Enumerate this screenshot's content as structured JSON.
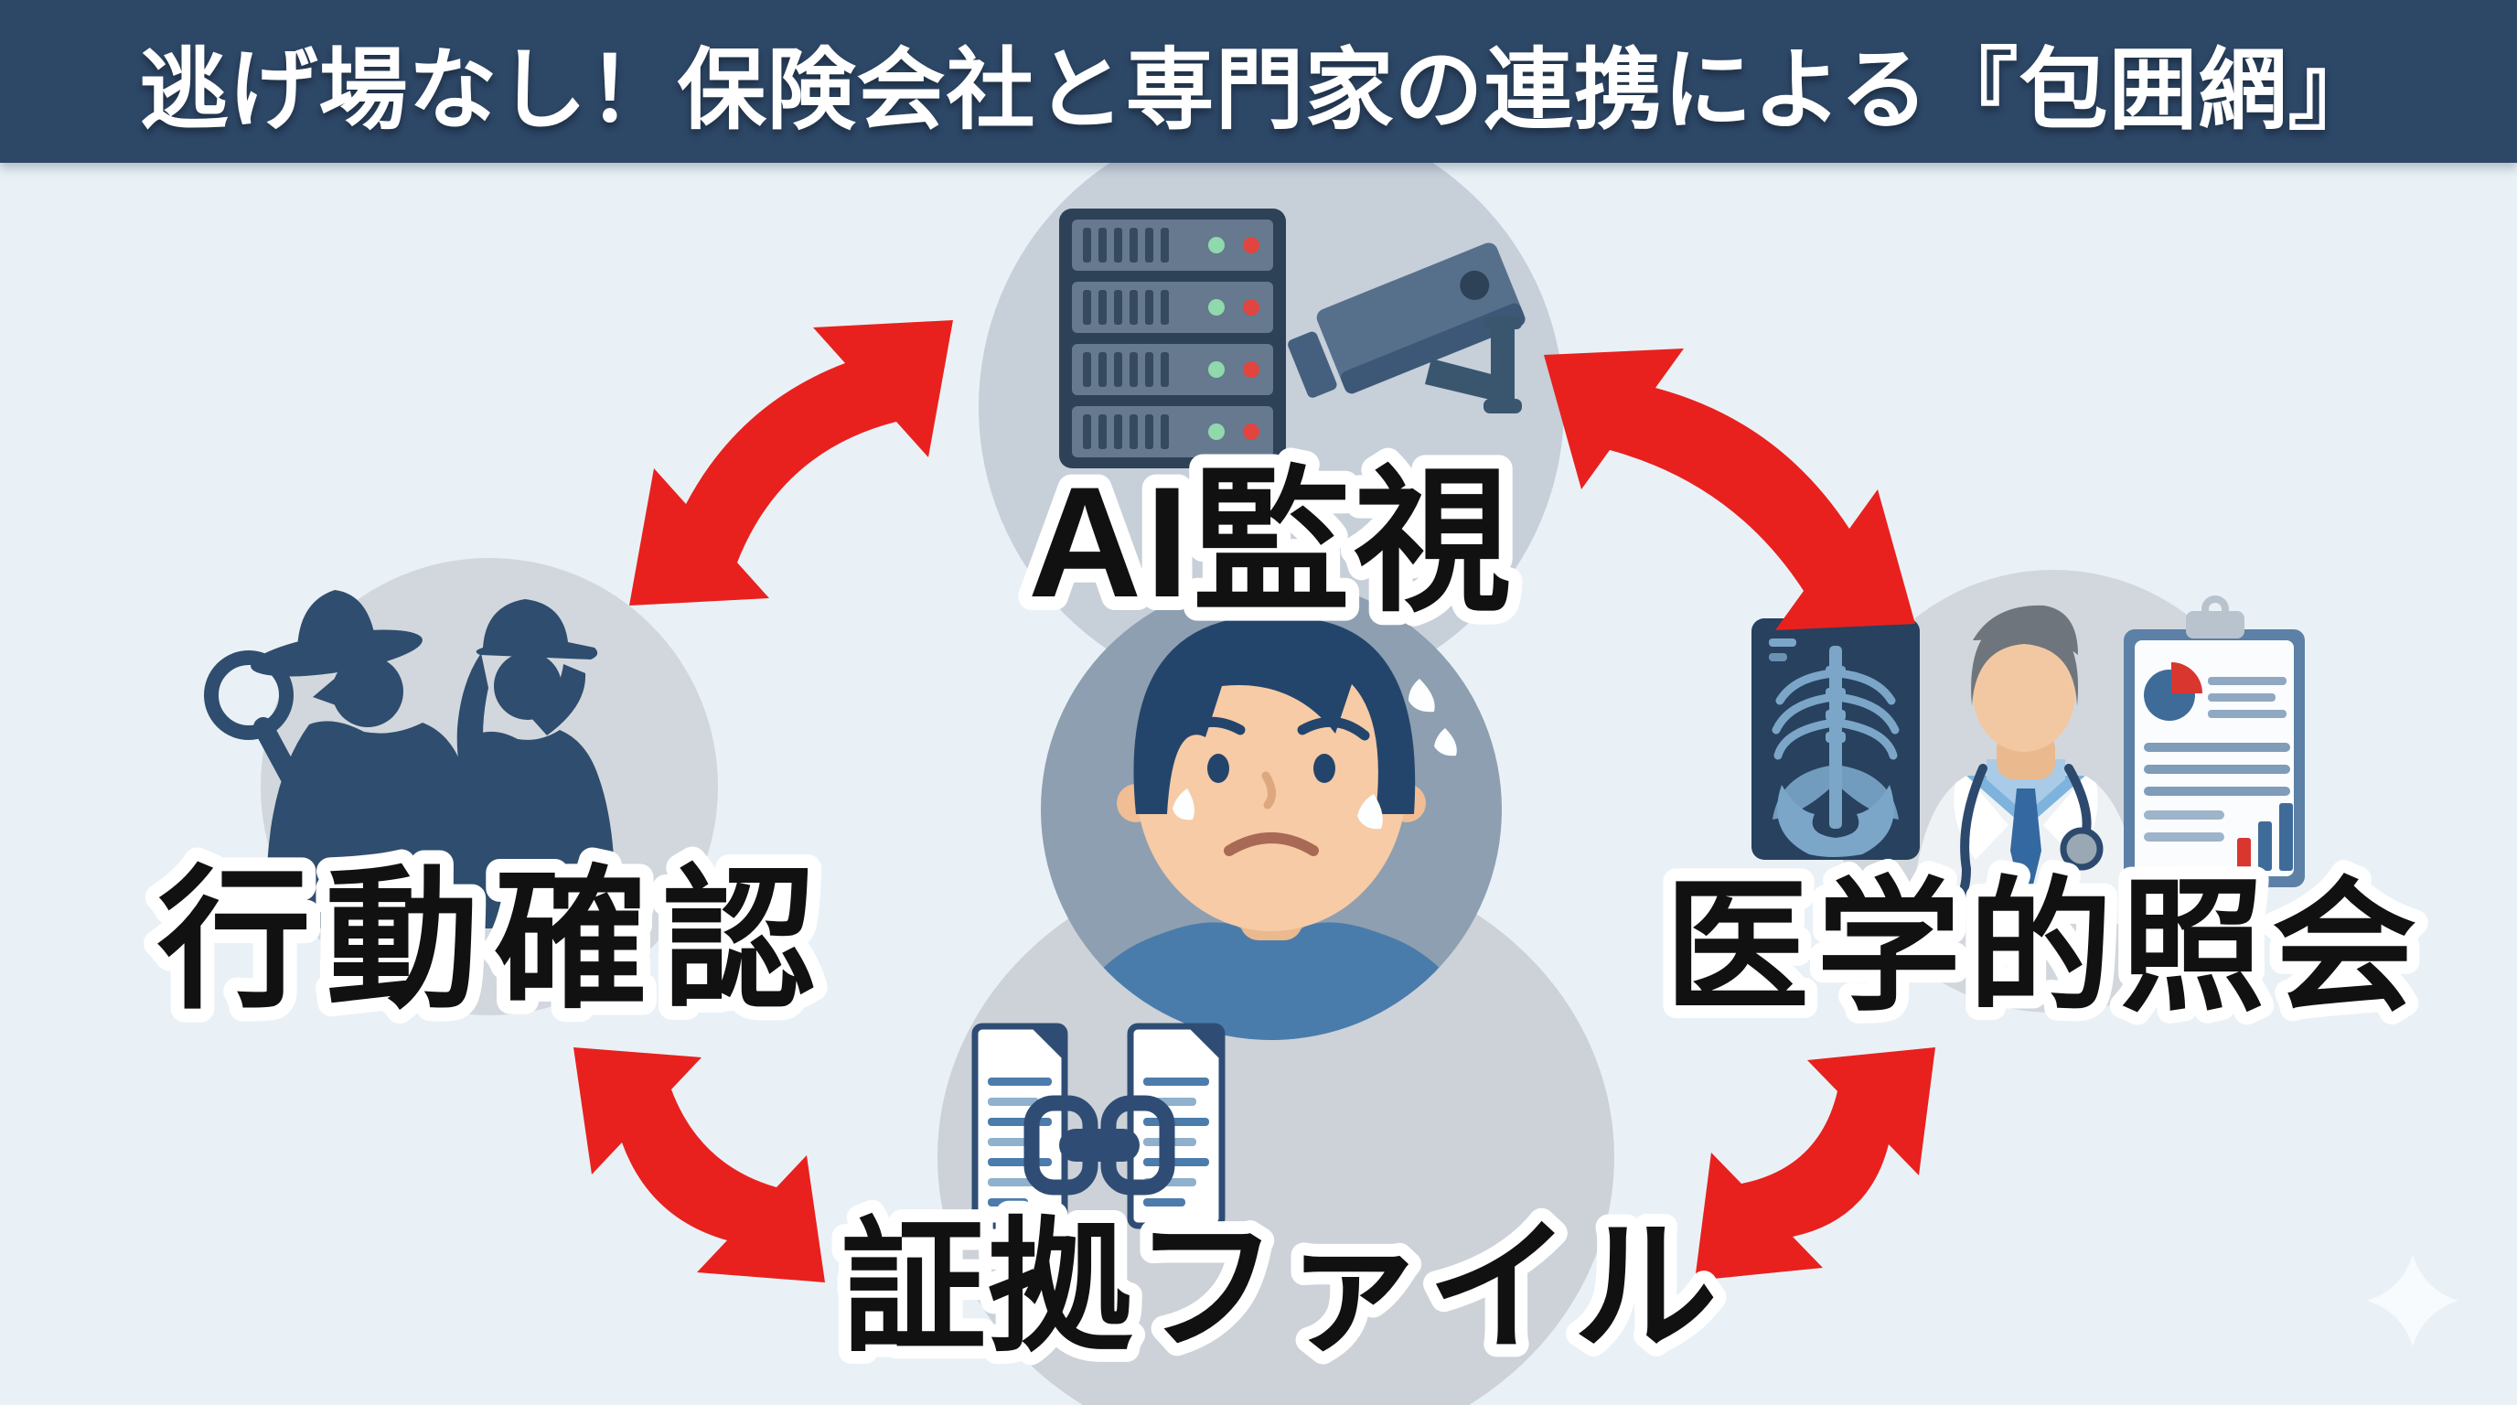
{
  "title": "逃げ場なし！保険会社と専門家の連携による『包囲網』",
  "nodes": [
    {
      "id": "ai-surveillance",
      "position": "top",
      "label": "AI監視",
      "icons": [
        "server-rack-icon",
        "cctv-camera-icon"
      ]
    },
    {
      "id": "behavior-check",
      "position": "left",
      "label": "行動確認",
      "icons": [
        "detective-duo-icon"
      ]
    },
    {
      "id": "medical-inquiry",
      "position": "right",
      "label": "医学的照会",
      "icons": [
        "xray-film-icon",
        "doctor-icon",
        "medical-report-icon"
      ]
    },
    {
      "id": "evidence-file",
      "position": "bottom",
      "label": "証拠ファイル",
      "icons": [
        "linked-documents-icon"
      ]
    },
    {
      "id": "claimant",
      "position": "center",
      "icons": [
        "worried-man-icon"
      ]
    }
  ],
  "connections": [
    {
      "from": "behavior-check",
      "to": "ai-surveillance",
      "type": "double-headed-arrow"
    },
    {
      "from": "ai-surveillance",
      "to": "medical-inquiry",
      "type": "double-headed-arrow"
    },
    {
      "from": "behavior-check",
      "to": "evidence-file",
      "type": "double-headed-arrow"
    },
    {
      "from": "evidence-file",
      "to": "medical-inquiry",
      "type": "double-headed-arrow"
    }
  ],
  "colors": {
    "page_bg": "#e9f1f6",
    "title_bar": "#2d4767",
    "title_text": "#ffffff",
    "arrow_red": "#e8211e",
    "label_black": "#111111",
    "label_outline": "#ffffff",
    "node_circle": "#d2d7dd",
    "node_circle_top": "#c7cfd9",
    "center_circle": "#8d9fb1",
    "bottom_ellipse": "#ccd2d8",
    "silhouette_navy": "#2f4d6e",
    "icon_navy": "#2d4157",
    "icon_slate": "#66798f",
    "led_green": "#8fd9ad",
    "led_red": "#e0463f",
    "doc_blue": "#4c7cab",
    "accent_red": "#d8362e",
    "steel_blue": "#3f6b99"
  }
}
